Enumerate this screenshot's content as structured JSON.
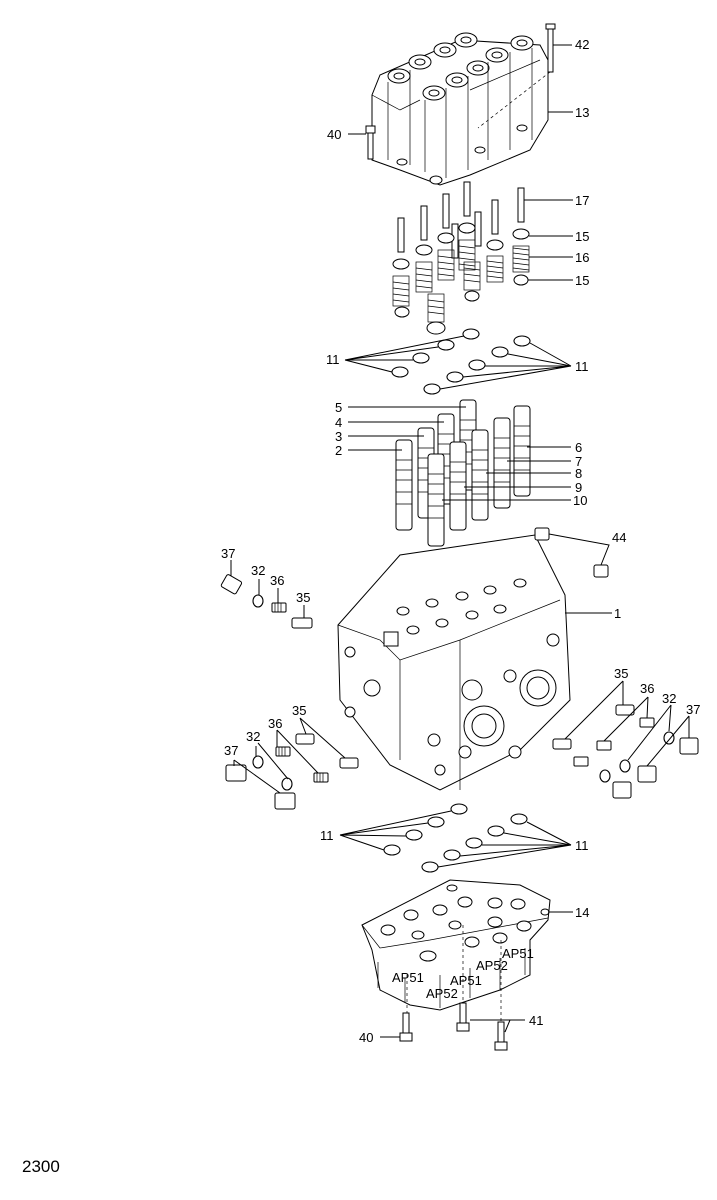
{
  "page_number": "2300",
  "labels": {
    "l42": "42",
    "l13": "13",
    "l40a": "40",
    "l17": "17",
    "l15a": "15",
    "l16": "16",
    "l15b": "15",
    "l11a": "11",
    "l11b": "11",
    "l5": "5",
    "l4": "4",
    "l3": "3",
    "l2": "2",
    "l6": "6",
    "l7": "7",
    "l8": "8",
    "l9": "9",
    "l10": "10",
    "l44": "44",
    "l37a": "37",
    "l32a": "32",
    "l36a": "36",
    "l35a": "35",
    "l1": "1",
    "l35b": "35",
    "l36b": "36",
    "l32b": "32",
    "l37b": "37",
    "l35c": "35",
    "l36c": "36",
    "l32c": "32",
    "l37c": "37",
    "l11c": "11",
    "l11d": "11",
    "l14": "14",
    "l40b": "40",
    "l41": "41"
  },
  "stamps": {
    "s1": "AP51",
    "s2": "AP52"
  }
}
